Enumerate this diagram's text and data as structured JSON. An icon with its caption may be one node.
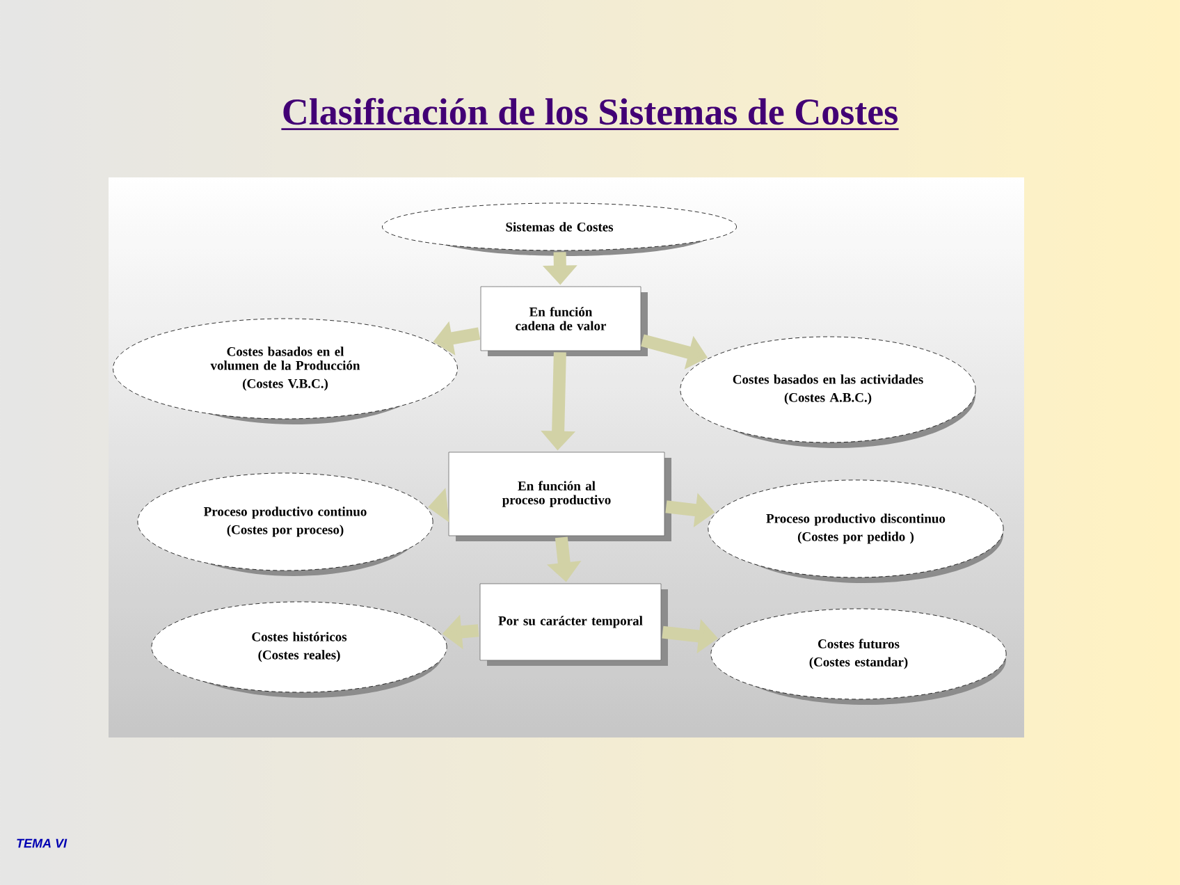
{
  "diagram": {
    "title": "Clasificación de los Sistemas de Costes",
    "nodes": [
      {
        "text": [
          "Sistemas de Costes"
        ]
      },
      {
        "text": [
          "En función cadena de valor"
        ]
      },
      {
        "text": [
          "Costes basados en el volumen de la Producción",
          "(Costes V.B.C.)"
        ]
      },
      {
        "text": [
          "Costes basados en las actividades",
          "(Costes A.B.C.)"
        ]
      },
      {
        "text": [
          "En función al proceso productivo"
        ]
      },
      {
        "text": [
          "Proceso productivo continuo",
          "(Costes por proceso)"
        ]
      },
      {
        "text": [
          "Proceso productivo discontinuo",
          "(Costes por pedido )"
        ]
      },
      {
        "text": [
          "Por su carácter temporal"
        ]
      },
      {
        "text": [
          "Costes históricos",
          "(Costes reales)"
        ]
      },
      {
        "text": [
          "Costes futuros",
          "(Costes estandar)"
        ]
      }
    ],
    "edges": [
      {
        "from": 0,
        "to": 1,
        "arrow": "to"
      },
      {
        "from": 1,
        "to": 2,
        "arrow": "to"
      },
      {
        "from": 1,
        "to": 3,
        "arrow": "to"
      },
      {
        "from": 1,
        "to": 4,
        "arrow": "to"
      },
      {
        "from": 4,
        "to": 5,
        "arrow": "to"
      },
      {
        "from": 4,
        "to": 6,
        "arrow": "to"
      },
      {
        "from": 4,
        "to": 7,
        "arrow": "to"
      },
      {
        "from": 7,
        "to": 8,
        "arrow": "to"
      },
      {
        "from": 7,
        "to": 9,
        "arrow": "to"
      }
    ],
    "labels": [
      "TEMA VI"
    ]
  }
}
